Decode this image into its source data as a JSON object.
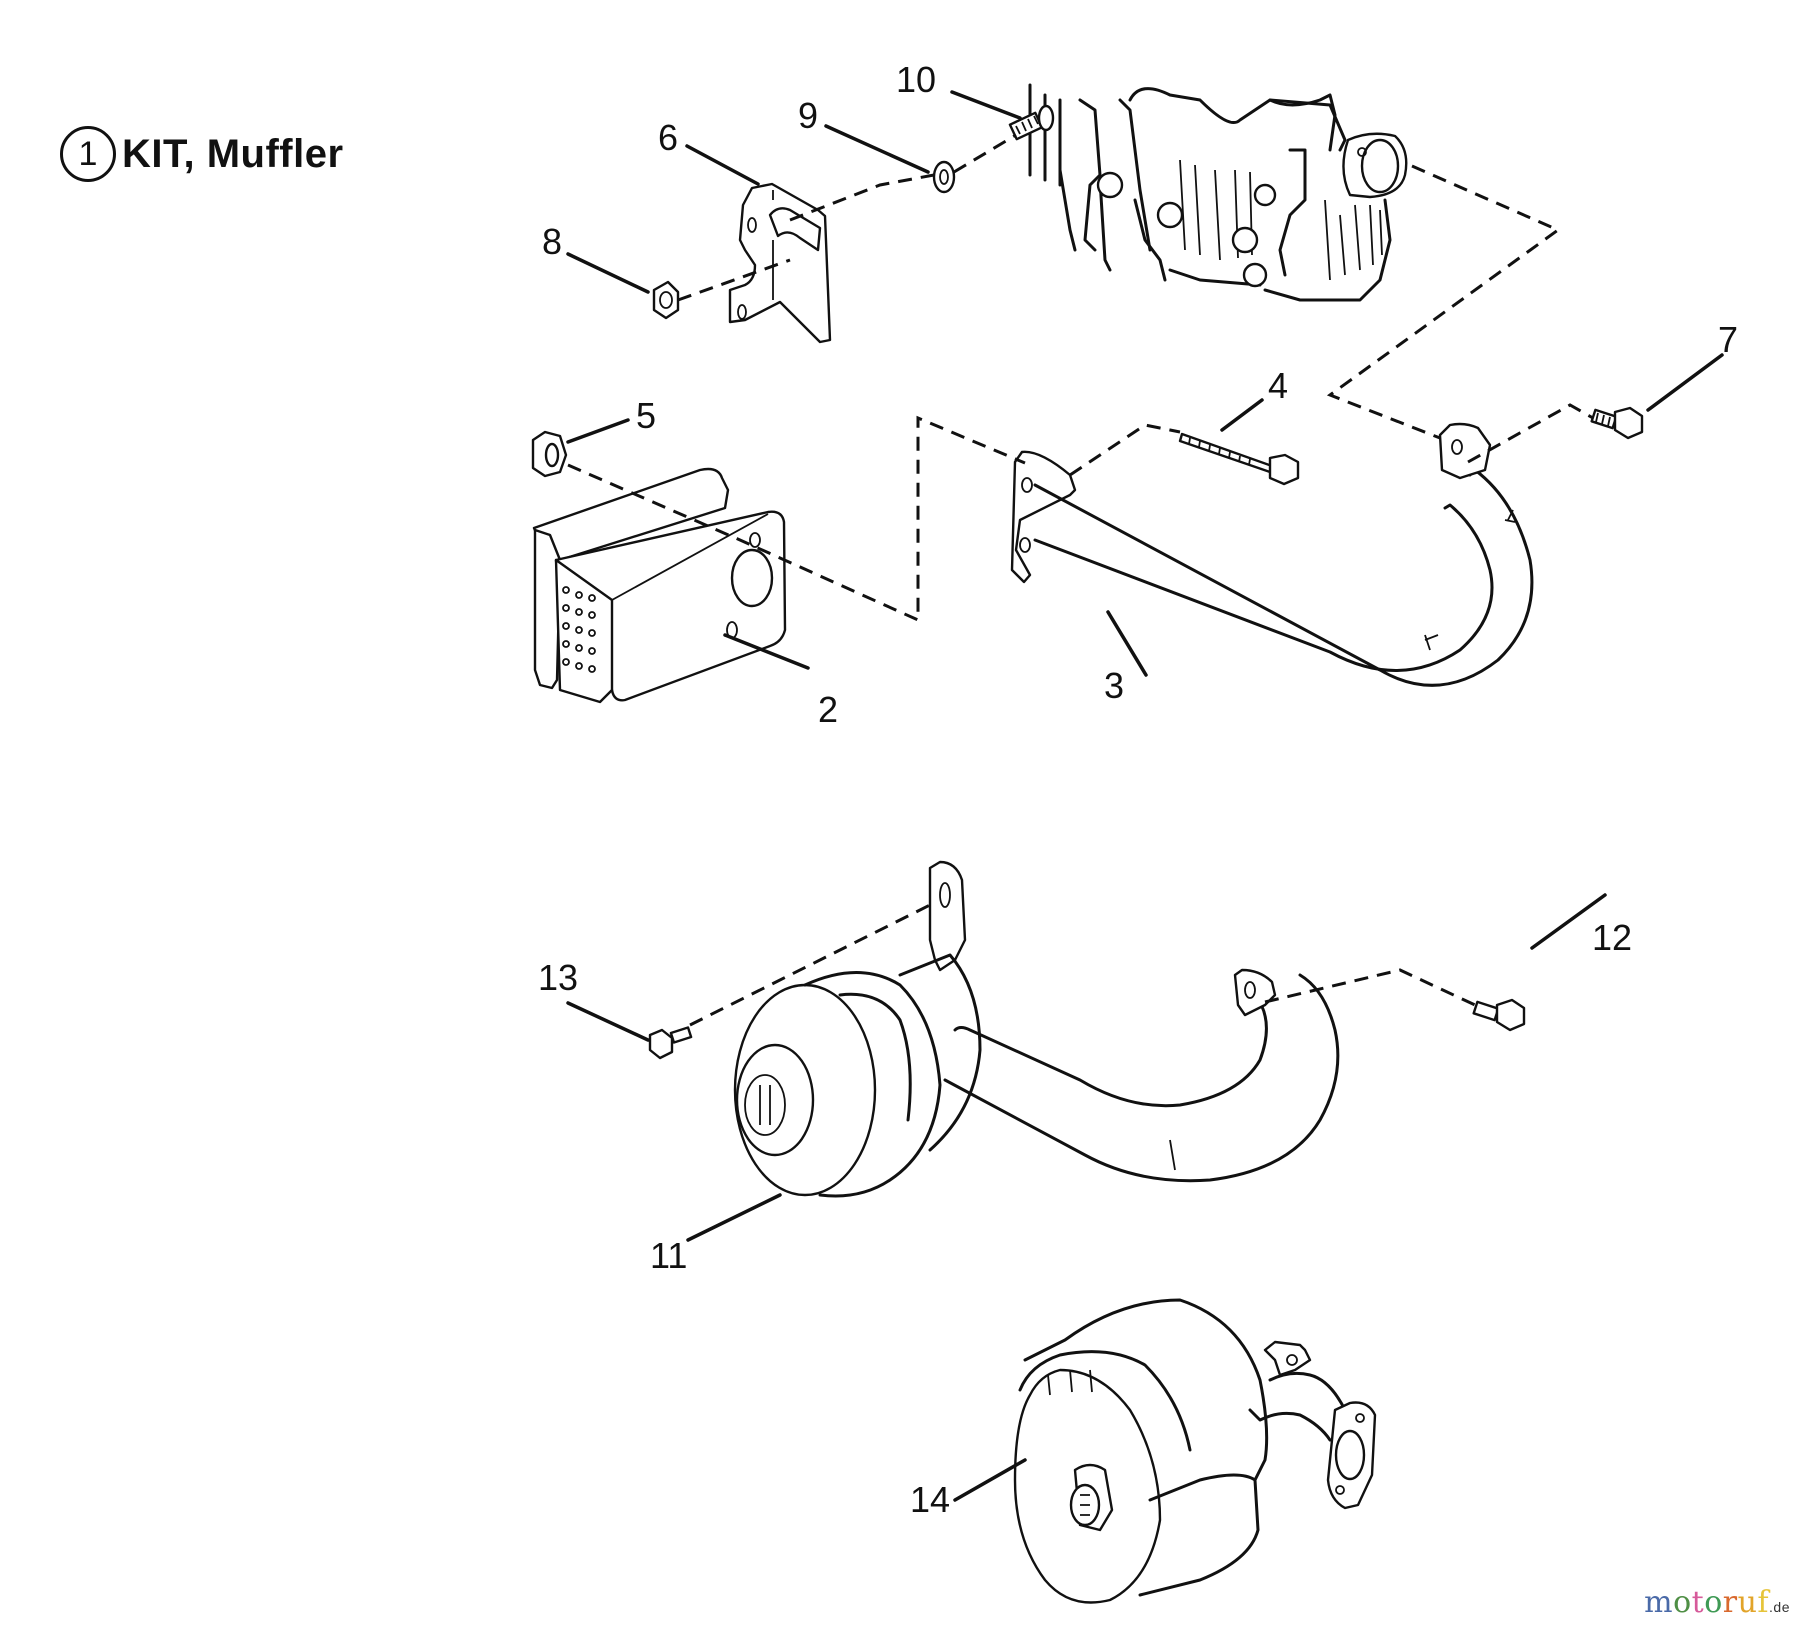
{
  "title": {
    "item_number": "1",
    "label": "KIT, Muffler"
  },
  "callouts": [
    {
      "id": "2",
      "part": "muffler-rectangular"
    },
    {
      "id": "3",
      "part": "exhaust-pipe"
    },
    {
      "id": "4",
      "part": "long-bolt"
    },
    {
      "id": "5",
      "part": "lock-nut"
    },
    {
      "id": "6",
      "part": "muffler-bracket"
    },
    {
      "id": "7",
      "part": "flange-bolt"
    },
    {
      "id": "8",
      "part": "hex-nut"
    },
    {
      "id": "9",
      "part": "washer"
    },
    {
      "id": "10",
      "part": "stud"
    },
    {
      "id": "11",
      "part": "round-muffler-with-pipe"
    },
    {
      "id": "12",
      "part": "flange-bolt"
    },
    {
      "id": "13",
      "part": "screw"
    },
    {
      "id": "14",
      "part": "muffler-with-guard"
    }
  ],
  "watermark": {
    "letters": [
      {
        "ch": "m",
        "color": "#4a6aa8"
      },
      {
        "ch": "o",
        "color": "#4f8f45"
      },
      {
        "ch": "t",
        "color": "#d65a9a"
      },
      {
        "ch": "o",
        "color": "#3f9a55"
      },
      {
        "ch": "r",
        "color": "#d9692e"
      },
      {
        "ch": "u",
        "color": "#e2a42a"
      },
      {
        "ch": "f",
        "color": "#e6c43a"
      }
    ],
    "tld": ".de"
  }
}
